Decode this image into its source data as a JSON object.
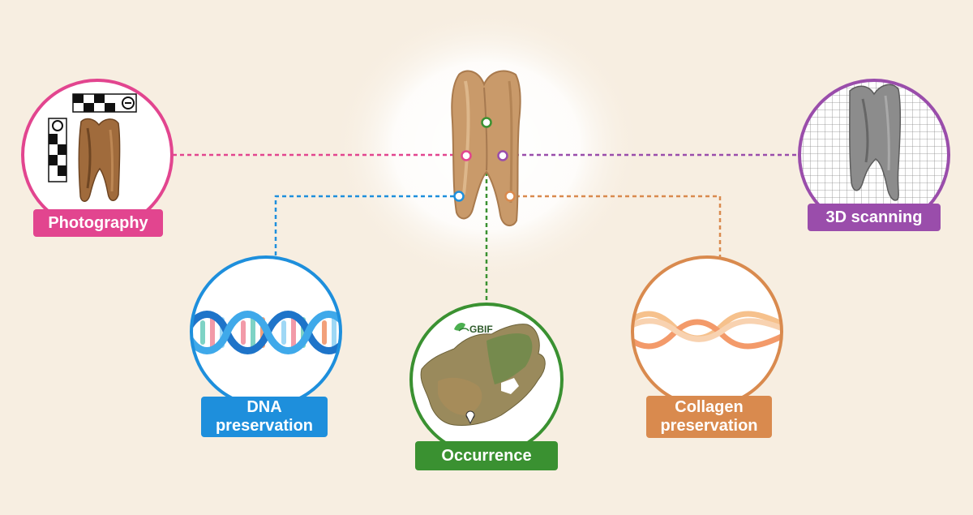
{
  "colors": {
    "background": "#f7eee1",
    "photography": "#e2458f",
    "scanning": "#9a4dab",
    "dna": "#1e8fdc",
    "occurrence": "#3a9131",
    "collagen": "#d98a4e",
    "tooth": "#c99a6a"
  },
  "nodes": {
    "photography": {
      "label": "Photography",
      "icon": "camera-scale-photo-icon"
    },
    "scanning": {
      "label": "3D scanning",
      "icon": "3d-mesh-tooth-icon"
    },
    "dna": {
      "label_line1": "DNA",
      "label_line2": "preservation",
      "icon": "dna-helix-icon"
    },
    "occurrence": {
      "label": "Occurrence",
      "icon": "south-africa-map-icon",
      "logo_text": "GBIF"
    },
    "collagen": {
      "label_line1": "Collagen",
      "label_line2": "preservation",
      "icon": "collagen-helix-icon"
    }
  },
  "center": {
    "icon": "fossil-tooth-icon"
  }
}
